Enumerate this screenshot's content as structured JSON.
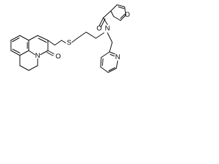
{
  "molecule": {
    "atoms": {
      "furan_o": "O",
      "amide_o": "O",
      "amide_n": "N",
      "thioether_s": "S",
      "pyridine_n": "N",
      "lactam_o": "O",
      "lactam_n": "N"
    }
  }
}
